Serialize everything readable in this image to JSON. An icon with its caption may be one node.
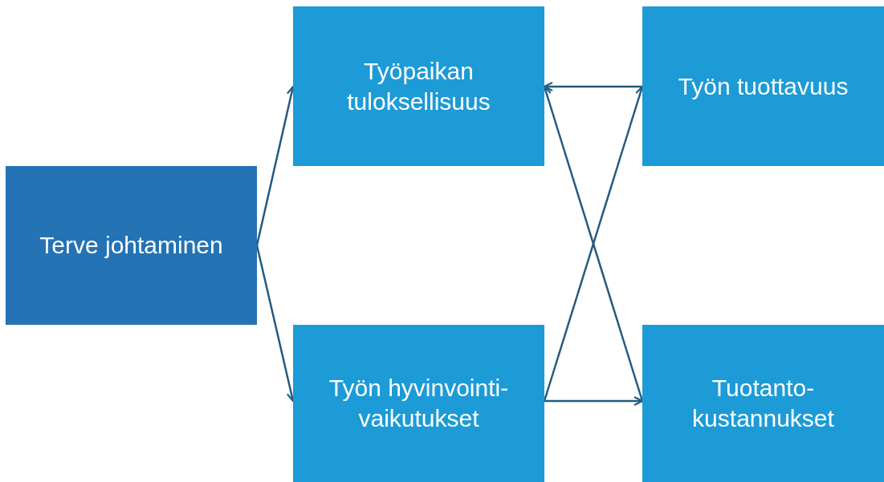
{
  "diagram": {
    "nodes": [
      {
        "text": [
          "Terve johtaminen"
        ]
      },
      {
        "text": [
          "Työpaikan tuloksellisuus"
        ]
      },
      {
        "text": [
          "Työn hyvinvointi-vaikutukset"
        ]
      },
      {
        "text": [
          "Työn tuottavuus"
        ]
      },
      {
        "text": [
          "Tuotanto-kustannukset"
        ]
      }
    ],
    "edges": [
      {
        "from": 0,
        "to": 1,
        "arrow": "to"
      },
      {
        "from": 0,
        "to": 2,
        "arrow": "to"
      },
      {
        "from": 3,
        "to": 1,
        "arrow": "to"
      },
      {
        "from": 2,
        "to": 3,
        "arrow": "to"
      },
      {
        "from": 4,
        "to": 1,
        "arrow": "to"
      },
      {
        "from": 2,
        "to": 4,
        "arrow": "to"
      }
    ]
  }
}
